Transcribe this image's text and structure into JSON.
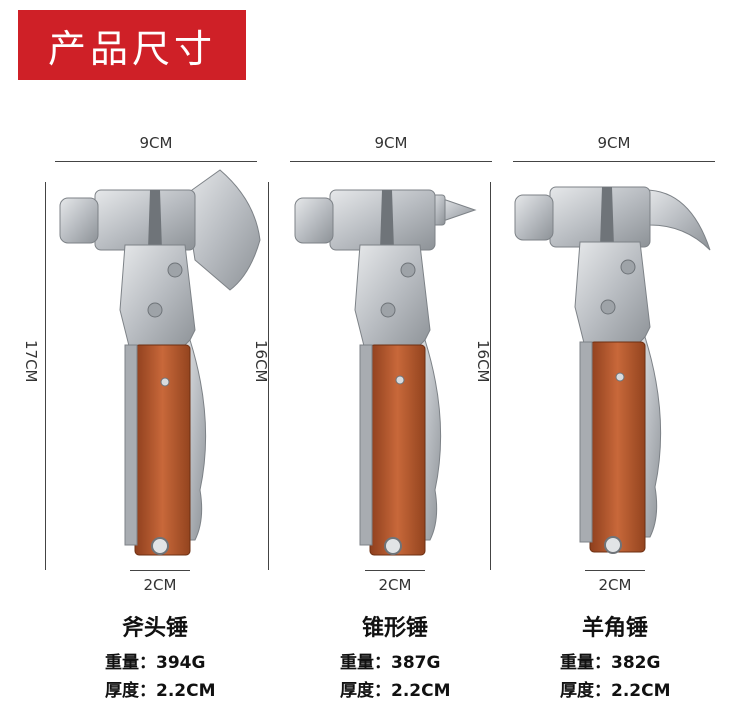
{
  "header": {
    "title": "产品尺寸"
  },
  "products": [
    {
      "name": "斧头锤",
      "width": "9CM",
      "height": "17CM",
      "thickness_dim": "2CM",
      "weight_line": "重量：394G",
      "thickness_line": "厚度：2.2CM",
      "head": "axe"
    },
    {
      "name": "锥形锤",
      "width": "9CM",
      "height": "16CM",
      "thickness_dim": "2CM",
      "weight_line": "重量：387G",
      "thickness_line": "厚度：2.2CM",
      "head": "spike"
    },
    {
      "name": "羊角锤",
      "width": "9CM",
      "height": "16CM",
      "thickness_dim": "2CM",
      "weight_line": "重量：382G",
      "thickness_line": "厚度：2.2CM",
      "head": "claw"
    }
  ],
  "colors": {
    "banner": "#cf2027",
    "wood": "#b5562c",
    "steel": "#bfc3c8"
  }
}
